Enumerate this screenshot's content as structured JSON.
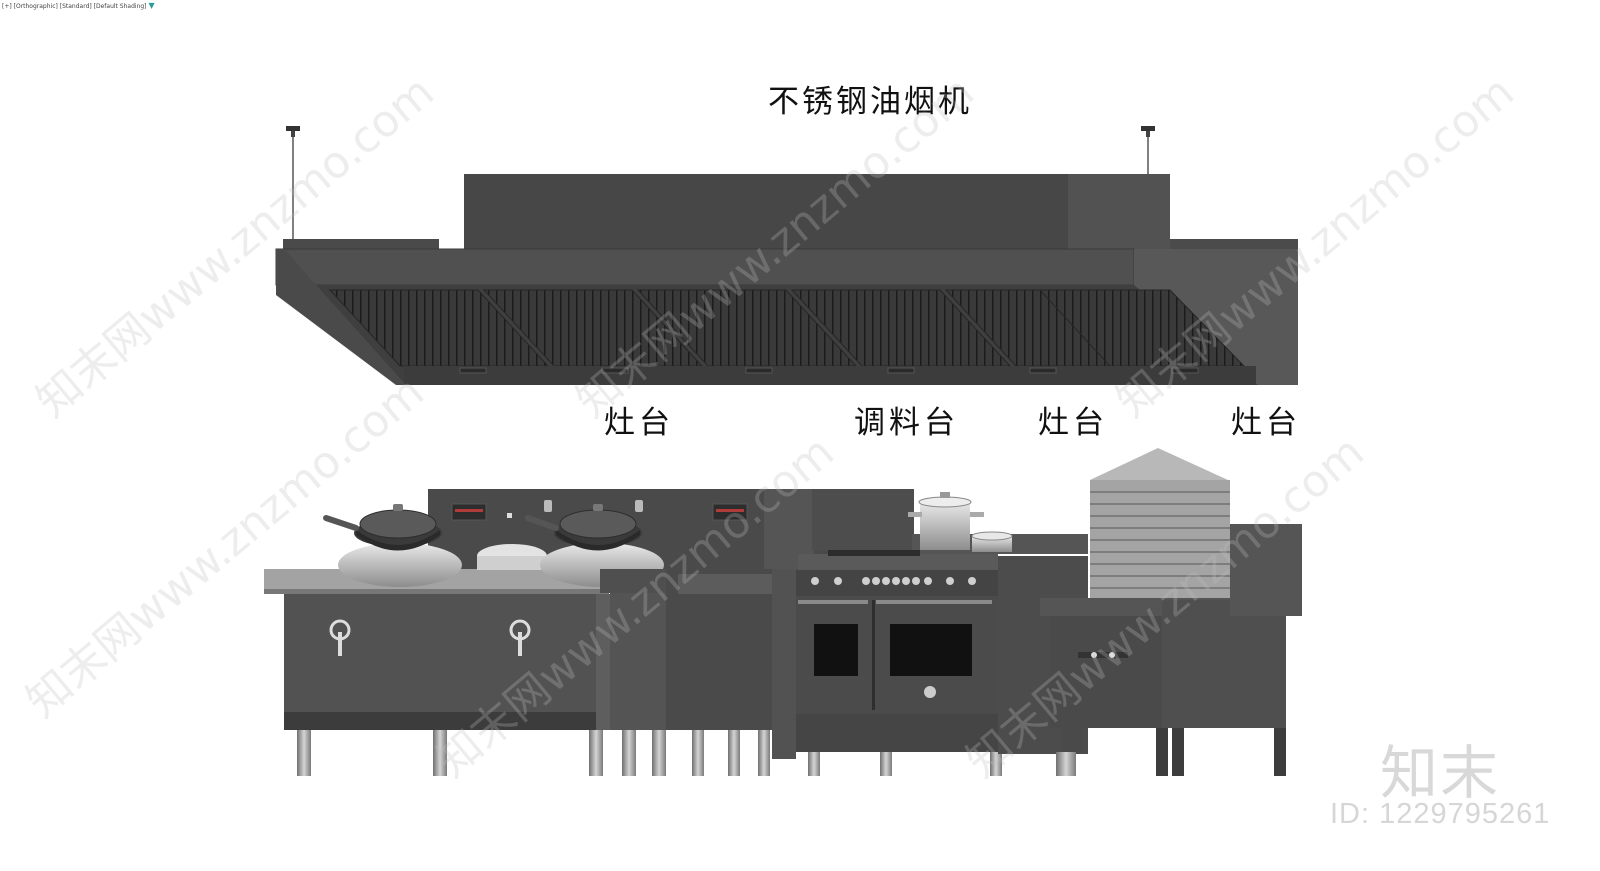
{
  "viewport": {
    "label": "[+] [Orthographic] [Standard] [Default Shading]",
    "filter_icon": "funnel-icon"
  },
  "title": "不锈钢油烟机",
  "labels": {
    "stove_1": "灶台",
    "seasoning_table": "调料台",
    "stove_2": "灶台",
    "stove_3": "灶台"
  },
  "watermark": {
    "text": "知末网www.znzmo.com",
    "brand": "知末",
    "id": "ID: 1229795261"
  },
  "colors": {
    "equipment_dark": "#474747",
    "equipment_mid": "#5a5a5a",
    "equipment_light": "#9a9a9a",
    "filter_grid": "#2b2b2b",
    "accent_filter": "#2a9d9a"
  }
}
